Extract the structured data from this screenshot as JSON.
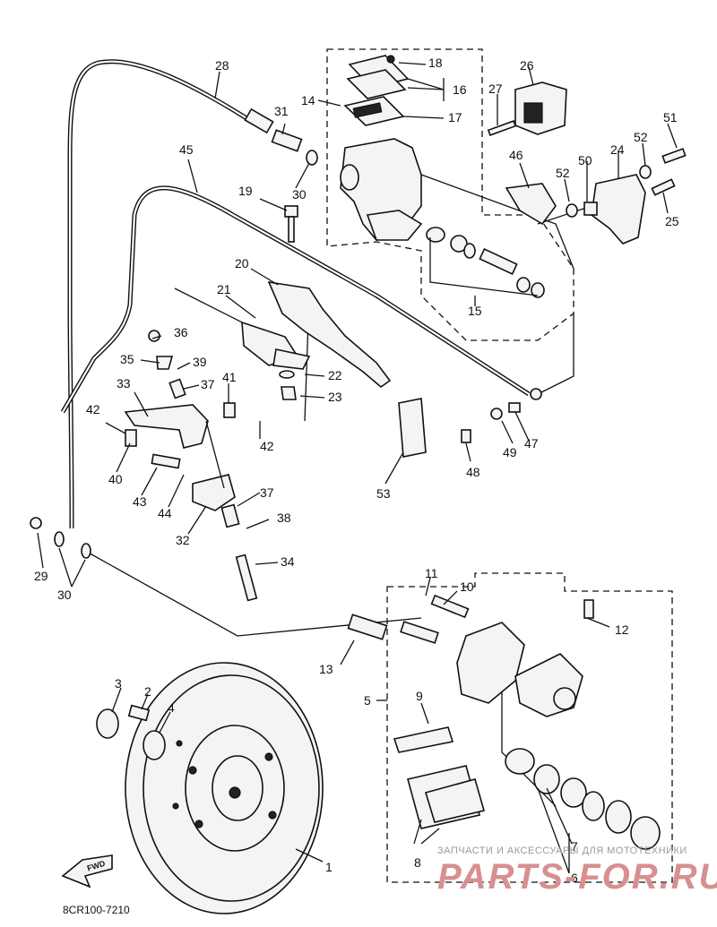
{
  "diagram": {
    "code": "8CR100-7210",
    "fwd_label": "FWD",
    "watermark_top": "ЗАПЧАСТИ И АКСЕССУАРЫ ДЛЯ МОТОТЕХНИКИ",
    "watermark_brand": "PARTS-FOR.RU",
    "callouts": [
      "1",
      "2",
      "3",
      "4",
      "5",
      "6",
      "7",
      "8",
      "9",
      "10",
      "11",
      "12",
      "13",
      "14",
      "15",
      "16",
      "17",
      "18",
      "19",
      "20",
      "21",
      "22",
      "23",
      "24",
      "25",
      "26",
      "27",
      "28",
      "29",
      "30",
      "30",
      "30",
      "31",
      "32",
      "33",
      "34",
      "35",
      "36",
      "37",
      "37",
      "38",
      "39",
      "40",
      "41",
      "42",
      "42",
      "43",
      "44",
      "45",
      "46",
      "47",
      "48",
      "49",
      "50",
      "51",
      "52",
      "52",
      "53"
    ]
  }
}
